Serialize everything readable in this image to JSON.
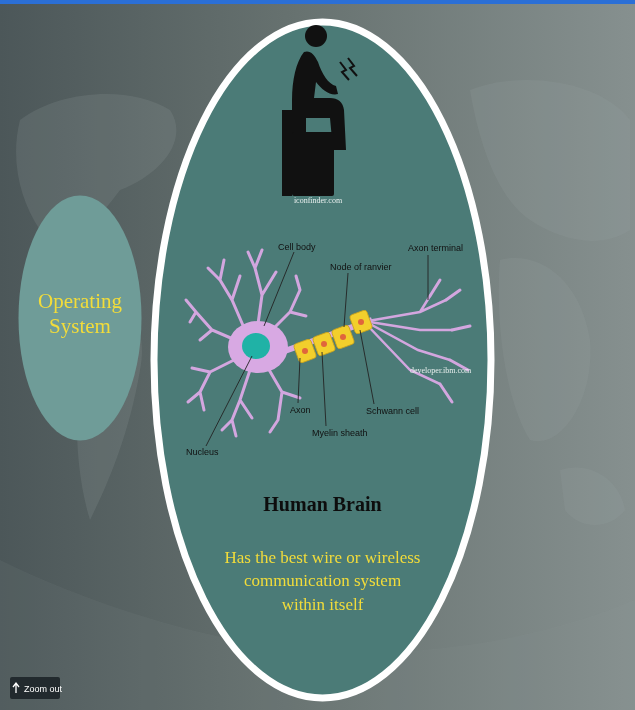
{
  "diagram": {
    "nodes": [
      {
        "text": [
          "Operating System"
        ]
      },
      {
        "text": [
          "Human Brain",
          "Has the best wire or wireless communication system within itself"
        ]
      }
    ],
    "labels": [
      "iconfinder.com",
      "Cell body",
      "Node of ranvier",
      "Axon terminal",
      "Nucleus",
      "Axon",
      "Myelin sheath",
      "Schwann cell",
      "developer.ibm.com",
      "Zoom out"
    ]
  }
}
